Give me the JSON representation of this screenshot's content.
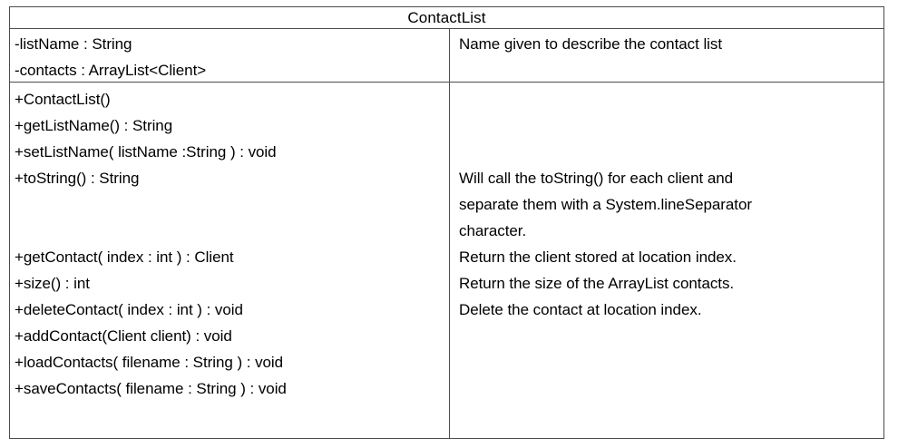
{
  "diagram": {
    "type": "uml-class-diagram",
    "class_name": "ContactList",
    "border_color": "#4d4d4d",
    "text_color": "#000000",
    "background_color": "#ffffff"
  },
  "attributes": {
    "left_lines": [
      "-listName : String",
      "-contacts : ArrayList<Client>"
    ],
    "right_lines": [
      "Name given to describe the contact list",
      ""
    ]
  },
  "methods": {
    "left_lines": [
      "+ContactList()",
      "+getListName() : String",
      "+setListName( listName :String ) : void",
      "+toString() : String",
      "",
      "",
      "+getContact( index : int ) : Client",
      "+size() : int",
      "+deleteContact( index : int ) : void",
      "+addContact(Client client) : void",
      "+loadContacts( filename : String ) : void",
      "+saveContacts( filename : String ) : void"
    ],
    "right_lines": [
      "",
      "",
      "",
      "Will call the toString() for each client and",
      "separate them with a System.lineSeparator",
      "character.",
      "Return the client stored at location index.",
      "Return the size of the ArrayList contacts.",
      "Delete the contact at location index.",
      "",
      "",
      ""
    ]
  }
}
